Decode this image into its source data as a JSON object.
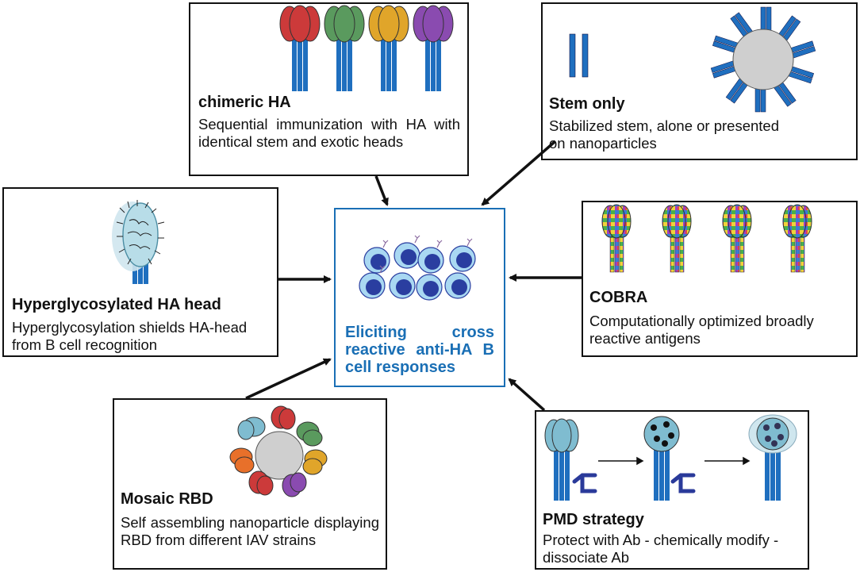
{
  "center": {
    "text": "Eliciting cross reactive anti-HA B cell responses",
    "color": "#1a6fb5"
  },
  "panels": {
    "chimeric": {
      "title": "chimeric HA",
      "desc": "Sequential immunization with HA with identical stem and exotic heads"
    },
    "stem": {
      "title": "Stem only",
      "desc": "Stabilized stem, alone or presented on nanoparticles"
    },
    "hyper": {
      "title": "Hyperglycosylated HA head",
      "desc": "Hyperglycosylation shields HA-head from B cell recognition"
    },
    "cobra": {
      "title": "COBRA",
      "desc": "Computationally optimized broadly reactive antigens"
    },
    "mosaic": {
      "title": "Mosaic RBD",
      "desc": "Self assembling nanoparticle displaying RBD from different IAV strains"
    },
    "pmd": {
      "title": "PMD strategy",
      "desc": "Protect with Ab - chemically modify - dissociate Ab"
    }
  },
  "colors": {
    "stem": "#1f6fbf",
    "head_red": "#cc3a3a",
    "head_green": "#5a9a5e",
    "head_yellow": "#e0a52a",
    "head_purple": "#8a4bb0",
    "head_teal": "#7fbcd0",
    "head_orange": "#e8702a",
    "nanoparticle": "#cfcfcf",
    "antibody": "#2a3a9a",
    "cell": "#a9d8f2",
    "nucleus": "#2a3ea0"
  },
  "icons": [
    "ha-trimer-icon",
    "stem-icon",
    "nanoparticle-icon",
    "b-cell-icon",
    "antibody-icon",
    "glycan-shield-icon"
  ]
}
